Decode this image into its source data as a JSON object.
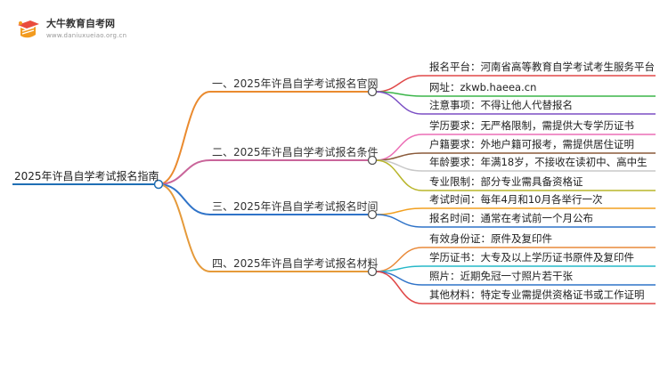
{
  "logo": {
    "title": "大牛教育自考网",
    "subtitle": "www.daniuxueiao.org.cn",
    "icon": "graduation-book-icon",
    "colors": {
      "orange": "#f29b1f",
      "red": "#e94c3d"
    }
  },
  "root": {
    "label": "2025年许昌自学考试报名指南",
    "color": "#1f6fb5"
  },
  "branches": [
    {
      "label": "一、2025年许昌自学考试报名官网",
      "color": "#ea8a2e",
      "leaves": [
        {
          "label": "报名平台：河南省高等教育自学考试考生服务平台",
          "color": "#e04848"
        },
        {
          "label": "网址：zkwb.haeea.cn",
          "color": "#3bb54a"
        },
        {
          "label": "注意事项：不得让他人代替报名",
          "color": "#7b4fc4"
        }
      ]
    },
    {
      "label": "二、2025年许昌自学考试报名条件",
      "color": "#c9659a",
      "leaves": [
        {
          "label": "学历要求：无严格限制，需提供大专学历证书",
          "color": "#ec6fb6"
        },
        {
          "label": "户籍要求：外地户籍可报考，需提供居住证明",
          "color": "#8a5a3a"
        },
        {
          "label": "年龄要求：年满18岁，不接收在读初中、高中生",
          "color": "#c8c8c8"
        },
        {
          "label": "专业限制：部分专业需具备资格证",
          "color": "#b8b52a"
        }
      ]
    },
    {
      "label": "三、2025年许昌自学考试报名时间",
      "color": "#2f73c8",
      "leaves": [
        {
          "label": "考试时间：每年4月和10月各举行一次",
          "color": "#f2a020"
        },
        {
          "label": "报名时间：通常在考试前一个月公布",
          "color": "#2f73c8"
        }
      ]
    },
    {
      "label": "四、2025年许昌自学考试报名材料",
      "color": "#e59a3a",
      "leaves": [
        {
          "label": "有效身份证：原件及复印件",
          "color": "#e98a3a"
        },
        {
          "label": "学历证书：大专及以上学历证书原件及复印件",
          "color": "#27b8c8"
        },
        {
          "label": "照片：近期免冠一寸照片若干张",
          "color": "#2f73c8"
        },
        {
          "label": "其他材料：特定专业需提供资格证书或工作证明",
          "color": "#e04848"
        }
      ]
    }
  ]
}
